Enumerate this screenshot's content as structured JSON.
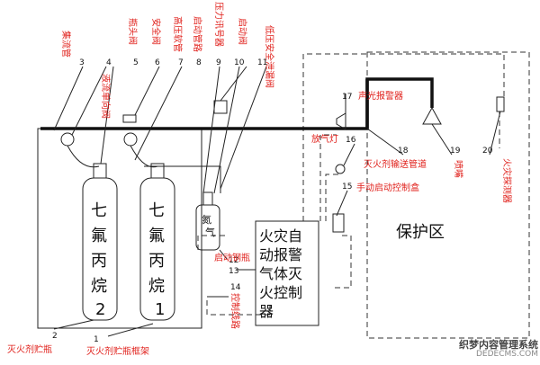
{
  "labels": {
    "l1": "集流管",
    "l2": "瓶头阀",
    "l3": "安全阀",
    "l4": "高压软管",
    "l5": "启动管路",
    "l6": "压力讯号器",
    "l7": "启动阀",
    "l8": "低压安全泄漏阀",
    "l9": "液流单向阀",
    "l10": "声光报警器",
    "l11": "放气灯",
    "l12": "灭火剂输送管道",
    "l13": "喷嘴",
    "l14": "火灾探测器",
    "l15": "手动启动控制盒",
    "l16": "保护区",
    "l17": "启动钢瓶",
    "l18": "控制线路",
    "l19": "灭火剂贮瓶",
    "l20": "灭火剂贮瓶框架"
  },
  "numbers": [
    "1",
    "2",
    "3",
    "4",
    "5",
    "6",
    "7",
    "8",
    "9",
    "10",
    "11",
    "12",
    "13",
    "14",
    "15",
    "16",
    "17",
    "18",
    "19",
    "20"
  ],
  "cylinder_text": [
    "七",
    "氟",
    "丙",
    "烷"
  ],
  "starter_text": [
    "氮",
    "气"
  ],
  "controller_text": [
    "火灾自",
    "动报警",
    "气体灭",
    "火控制",
    "器"
  ],
  "watermark": {
    "line1": "织梦内容管理系统",
    "line2": "DEDECMS.COM"
  }
}
